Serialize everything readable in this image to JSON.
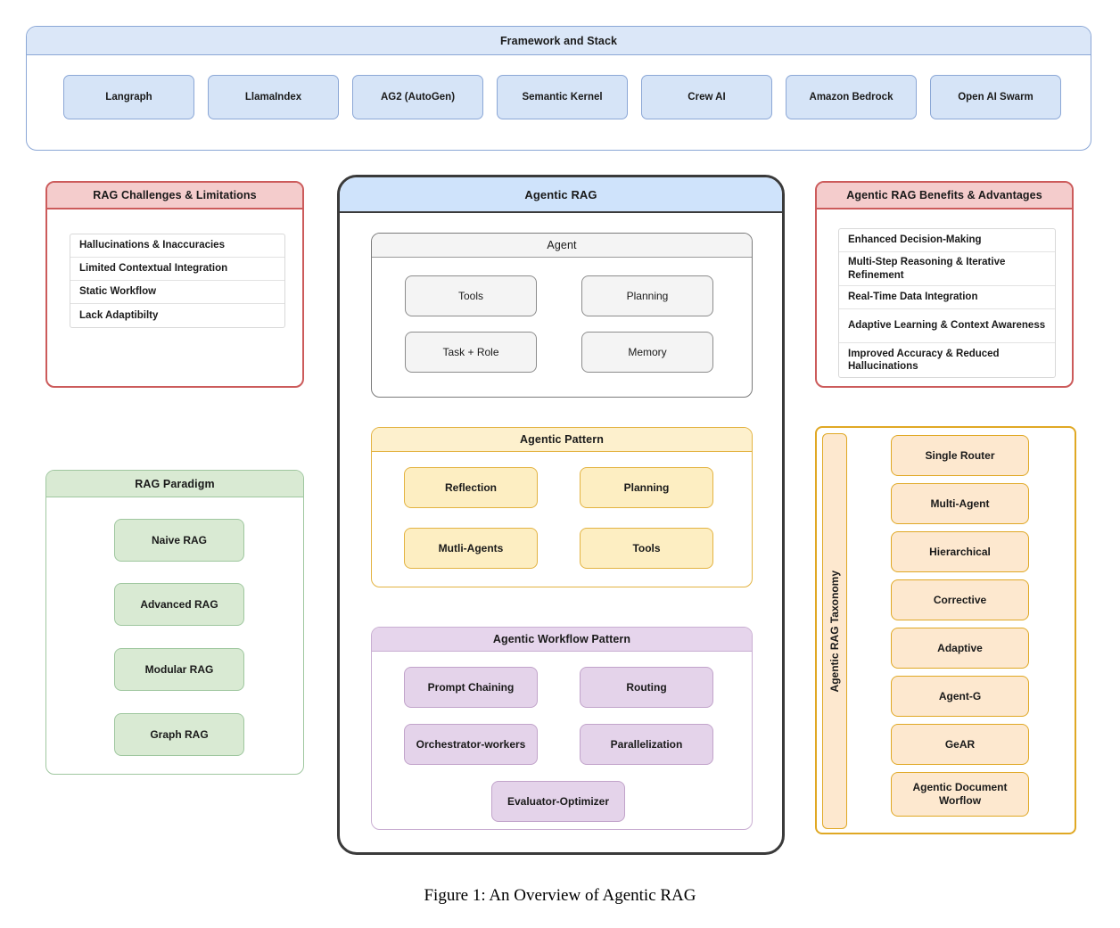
{
  "figure": {
    "caption": "Figure 1: An Overview of Agentic RAG"
  },
  "colors": {
    "framework_fill": "#dbe7f8",
    "framework_border": "#8ba7d6",
    "red_fill": "#f4cccc",
    "red_border": "#cc5b5b",
    "green_fill": "#d9ead3",
    "green_border": "#9fc79f",
    "agentic_header": "#cfe3fb",
    "agentic_border": "#3a3a3a",
    "grey_fill": "#f4f4f4",
    "grey_border": "#8c8c8c",
    "yellow_fill": "#fdeec2",
    "yellow_border": "#e3b341",
    "purple_fill": "#e4d3ea",
    "purple_border": "#c1a3ca",
    "orange_fill": "#fde8cf",
    "orange_border": "#e0a824"
  },
  "framework": {
    "title": "Framework and Stack",
    "items": [
      {
        "label": "Langraph"
      },
      {
        "label": "LlamaIndex"
      },
      {
        "label": "AG2 (AutoGen)"
      },
      {
        "label": "Semantic Kernel"
      },
      {
        "label": "Crew AI"
      },
      {
        "label": "Amazon Bedrock"
      },
      {
        "label": "Open AI Swarm"
      }
    ]
  },
  "challenges": {
    "title": "RAG Challenges & Limitations",
    "items": [
      {
        "label": "Hallucinations & Inaccuracies"
      },
      {
        "label": "Limited Contextual Integration"
      },
      {
        "label": "Static Workflow"
      },
      {
        "label": "Lack Adaptibilty"
      }
    ]
  },
  "paradigm": {
    "title": "RAG Paradigm",
    "items": [
      {
        "label": "Naive RAG"
      },
      {
        "label": "Advanced RAG"
      },
      {
        "label": "Modular RAG"
      },
      {
        "label": "Graph RAG"
      }
    ]
  },
  "agentic_rag": {
    "title": "Agentic RAG",
    "agent": {
      "title": "Agent",
      "items": [
        {
          "label": "Tools"
        },
        {
          "label": "Planning"
        },
        {
          "label": "Task + Role"
        },
        {
          "label": "Memory"
        }
      ]
    },
    "agentic_pattern": {
      "title": "Agentic Pattern",
      "items": [
        {
          "label": "Reflection"
        },
        {
          "label": "Planning"
        },
        {
          "label": "Mutli-Agents"
        },
        {
          "label": "Tools"
        }
      ]
    },
    "workflow_pattern": {
      "title": "Agentic Workflow Pattern",
      "items": [
        {
          "label": "Prompt Chaining"
        },
        {
          "label": "Routing"
        },
        {
          "label": "Orchestrator-workers"
        },
        {
          "label": "Parallelization"
        },
        {
          "label": "Evaluator-Optimizer"
        }
      ]
    }
  },
  "benefits": {
    "title": "Agentic RAG Benefits & Advantages",
    "items": [
      {
        "label": "Enhanced Decision-Making"
      },
      {
        "label": "Multi-Step Reasoning & Iterative Refinement"
      },
      {
        "label": "Real-Time Data Integration"
      },
      {
        "label": "Adaptive Learning & Context Awareness"
      },
      {
        "label": "Improved Accuracy & Reduced Hallucinations"
      }
    ]
  },
  "taxonomy": {
    "title": "Agentic RAG Taxonomy",
    "items": [
      {
        "label": "Single Router"
      },
      {
        "label": "Multi-Agent"
      },
      {
        "label": "Hierarchical"
      },
      {
        "label": "Corrective"
      },
      {
        "label": "Adaptive"
      },
      {
        "label": "Agent-G"
      },
      {
        "label": "GeAR"
      },
      {
        "label": "Agentic Document Worflow"
      }
    ]
  }
}
